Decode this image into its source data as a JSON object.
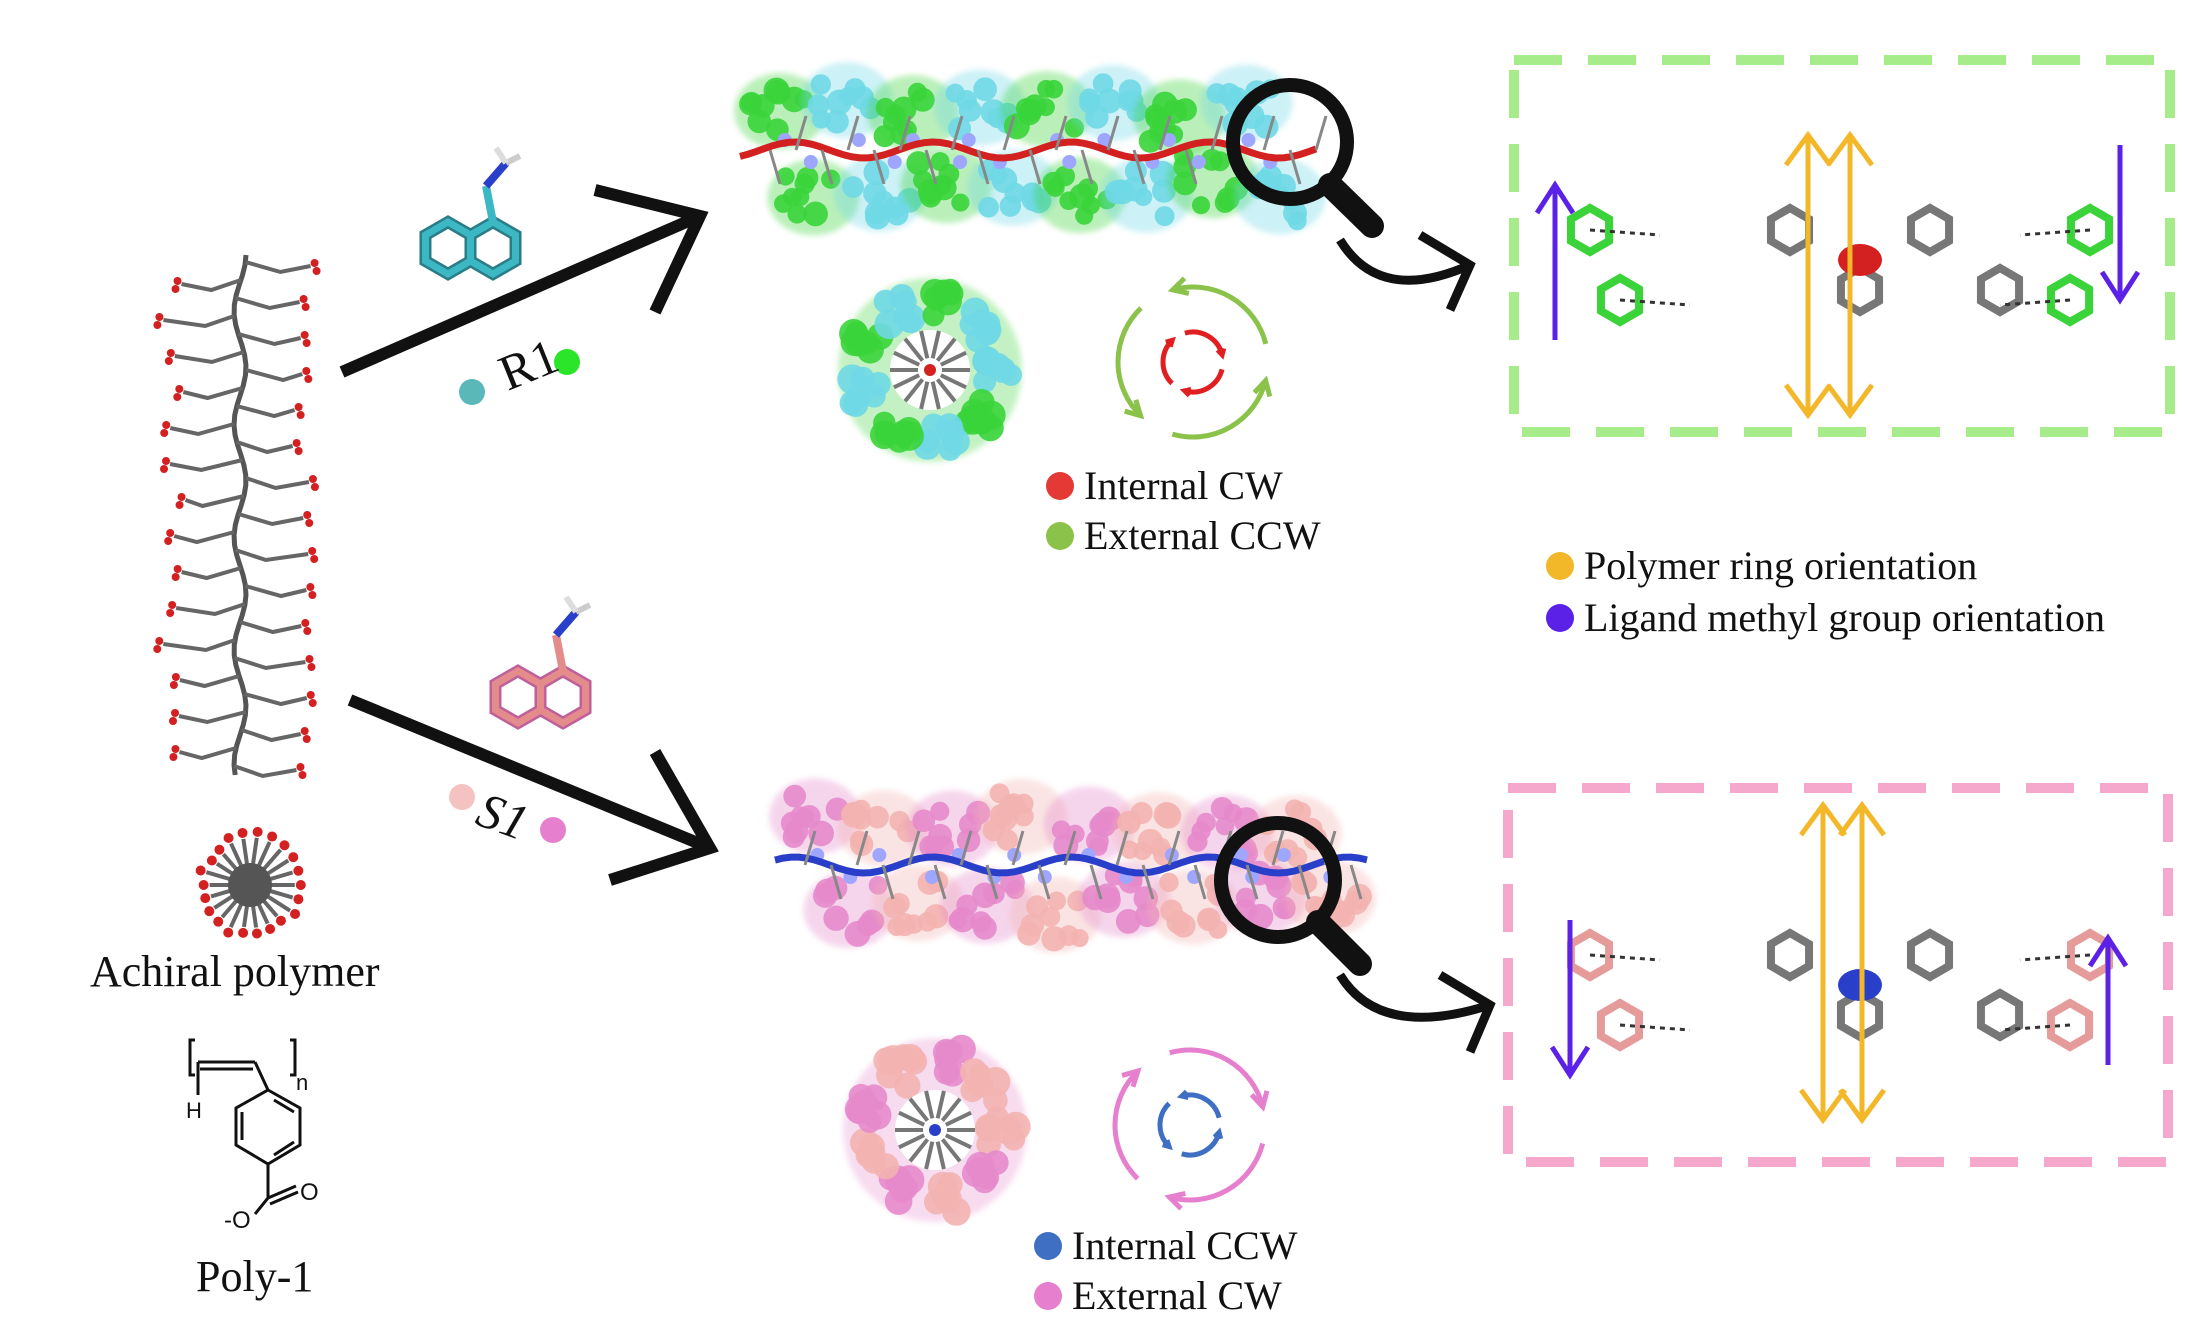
{
  "left": {
    "polymer_label": "Achiral polymer",
    "monomer_label": "Poly-1",
    "structure_text": {
      "n": "n",
      "h": "H",
      "o": "O",
      "o_minus": "-O"
    }
  },
  "top_route": {
    "ligand_label": "R1",
    "legend": [
      {
        "text": "Internal CW",
        "color": "#e53935"
      },
      {
        "text": "External CCW",
        "color": "#8bc34a"
      }
    ],
    "box_color": "#a6ec8a"
  },
  "bottom_route": {
    "ligand_label": "S1",
    "legend": [
      {
        "text": "Internal CCW",
        "color": "#3f6fc2"
      },
      {
        "text": "External CW",
        "color": "#e57fce"
      }
    ],
    "box_color": "#f5a8cc"
  },
  "orientation_legend": [
    {
      "text": "Polymer ring orientation",
      "color": "#f3b82a"
    },
    {
      "text": "Ligand methyl group orientation",
      "color": "#5b21e6"
    }
  ],
  "colors": {
    "green": "#3ad43a",
    "cyan": "#6fd8e6",
    "pink": "#e58acb",
    "salmon": "#f3b3b0",
    "red": "#d32020",
    "blue": "#2a3fc9",
    "teal": "#2a8c95",
    "yellow": "#f3b82a",
    "purple": "#5b21e6",
    "gray": "#777777"
  },
  "icons": [
    "magnifier-icon",
    "curved-arrow-icon",
    "rotation-arrows-icon"
  ]
}
